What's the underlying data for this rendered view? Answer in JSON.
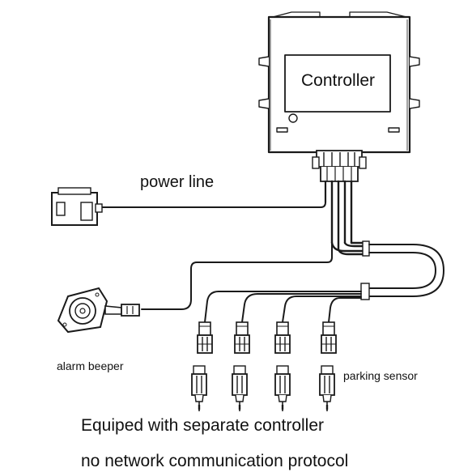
{
  "labels": {
    "controller": "Controller",
    "power_line": "power line",
    "alarm_beeper": "alarm beeper",
    "parking_sensor": "parking sensor"
  },
  "caption": {
    "line1": "Equiped with separate controller",
    "line2": "no network communication protocol"
  },
  "colors": {
    "line": "#1a1a1a",
    "background": "#ffffff"
  }
}
